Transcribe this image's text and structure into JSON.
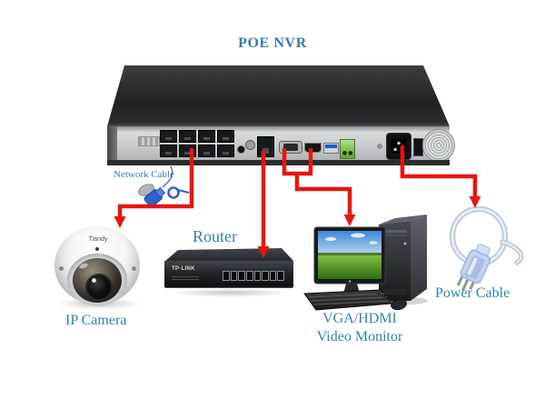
{
  "labels": {
    "nvr": "POE NVR",
    "network_cable": "Network Cable",
    "router": "Router",
    "ip_camera": "IP Camera",
    "monitor_line1": "VGA/HDMI",
    "monitor_line2": "Video Monitor",
    "power_cable": "Power Cable"
  },
  "devices": {
    "nvr": {
      "poe_ports": 8,
      "rear_ports": [
        "poe-ports",
        "audio-jack",
        "lan-port",
        "vga-port",
        "hdmi-port",
        "usb-port",
        "power-terminal",
        "power-inlet",
        "power-switch",
        "fan"
      ]
    },
    "camera": {
      "brand": "Tiandy"
    },
    "router": {
      "brand": "TP-LINK",
      "ports": 8
    }
  },
  "connections": [
    {
      "from": "nvr-poe-port",
      "to": "ip-camera",
      "via": "network-cable"
    },
    {
      "from": "nvr-lan-port",
      "to": "router"
    },
    {
      "from": "nvr-vga-hdmi-ports",
      "to": "video-monitor"
    },
    {
      "from": "nvr-power-inlet",
      "to": "power-cable"
    }
  ],
  "colors": {
    "title_text": "#3a7ab0",
    "label_text": "#2f83ad",
    "arrow": "#e8150d"
  }
}
